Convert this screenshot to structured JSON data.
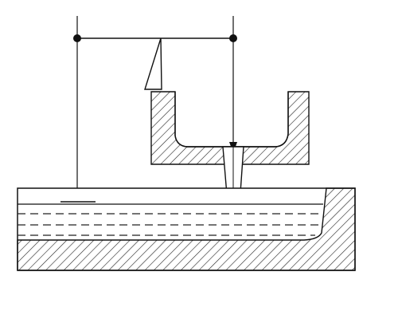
{
  "diagram": {
    "kind": "technical-section-drawing",
    "labels": [],
    "colors": {
      "line": "#111111",
      "background": "#ffffff",
      "hatch": "#222222",
      "dashed_level": "#222222"
    },
    "elements": [
      "pivot-beam",
      "left-pivot-point",
      "right-pivot-point",
      "left-hanging-rod",
      "right-hanging-rod",
      "arrow-indicator",
      "upper-channel-vessel",
      "nozzle",
      "lower-tank",
      "liquid-level-lines",
      "tank-bottom-hatching"
    ]
  }
}
